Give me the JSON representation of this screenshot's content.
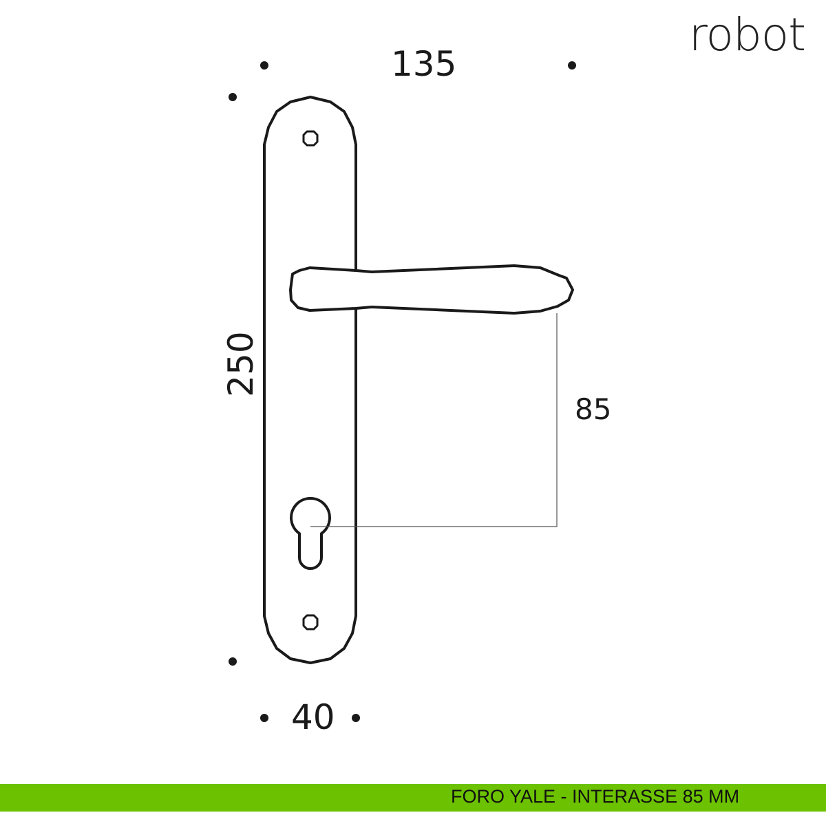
{
  "brand": "robot",
  "dimensions": {
    "width_total": "135",
    "height_plate": "250",
    "interaxis": "85",
    "width_plate": "40"
  },
  "footer": {
    "text": "FORO YALE - INTERASSE 85 MM",
    "color": "#6cc200"
  }
}
